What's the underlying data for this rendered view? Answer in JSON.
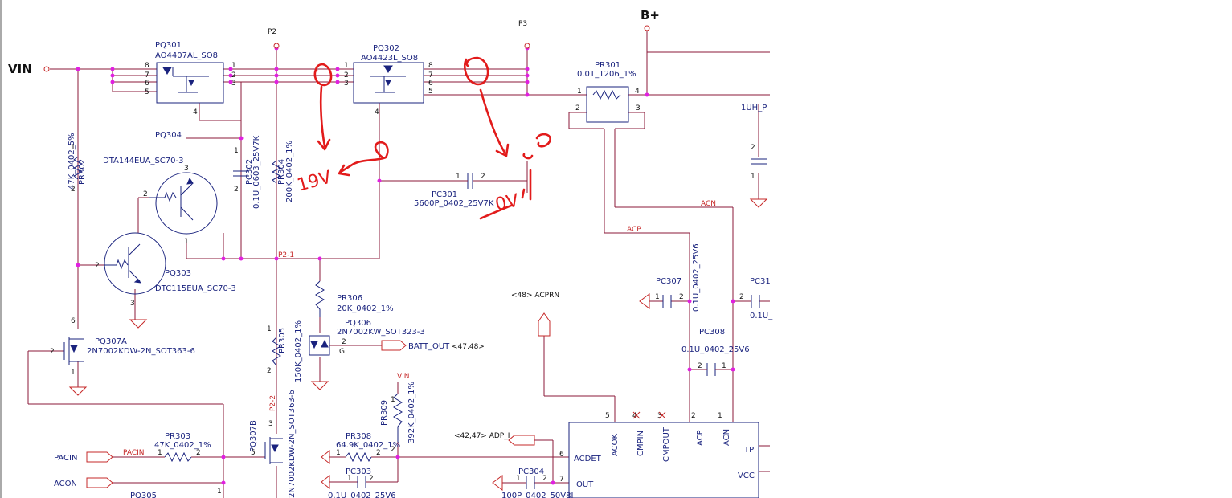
{
  "nets": {
    "vin": "VIN",
    "vin_small": "VIN",
    "bplus": "B+",
    "p2": "P2",
    "p3": "P3",
    "p2_1": "P2-1",
    "p2_2": "P2-2",
    "acp": "ACP",
    "acn": "ACN",
    "pacin": "PACIN",
    "pacin_port": "PACIN",
    "acon_port": "ACON",
    "batt_out": "BATT_OUT",
    "batt_out_ref": "<47,48>",
    "acprn": "<48>  ACPRN",
    "adp_i": "<42,47>  ADP_I"
  },
  "parts": {
    "pq301": {
      "ref": "PQ301",
      "value": "AO4407AL_SO8"
    },
    "pq302": {
      "ref": "PQ302",
      "value": "AO4423L_SO8"
    },
    "pr301": {
      "ref": "PR301",
      "value": "0.01_1206_1%"
    },
    "pr302": {
      "ref": "PR302",
      "value": "47K_0402_5%"
    },
    "pq304": {
      "ref": "PQ304",
      "value": "DTA144EUA_SC70-3"
    },
    "pq303": {
      "ref": "PQ303",
      "value": "DTC115EUA_SC70-3"
    },
    "pc302": {
      "ref": "PC302",
      "value": "0.1U_0603_25V7K"
    },
    "pr304": {
      "ref": "PR304",
      "value": "200K_0402_1%"
    },
    "pc301": {
      "ref": "PC301",
      "value": "5600P_0402_25V7K"
    },
    "pr306": {
      "ref": "PR306",
      "value": "20K_0402_1%"
    },
    "pq306": {
      "ref": "PQ306",
      "value": "2N7002KW_SOT323-3"
    },
    "pr305": {
      "ref": "PR305",
      "value": "150K_0402_1%"
    },
    "pq307a": {
      "ref": "PQ307A",
      "value": "2N7002KDW-2N_SOT363-6"
    },
    "pq307b": {
      "ref": "PQ307B",
      "value": "2N7002KDW-2N_SOT363-6"
    },
    "pr303": {
      "ref": "PR303",
      "value": "47K_0402_1%"
    },
    "pq305": {
      "ref": "PQ305"
    },
    "pr309": {
      "ref": "PR309",
      "value": "392K_0402_1%"
    },
    "pr308": {
      "ref": "PR308",
      "value": "64.9K_0402_1%"
    },
    "pc303": {
      "ref": "PC303",
      "value": "0.1U_0402_25V6"
    },
    "pc304": {
      "ref": "PC304",
      "value": "100P_0402_50V8J"
    },
    "pc307": {
      "ref": "PC307",
      "value": "0.1U_0402_25V6"
    },
    "pc308": {
      "ref": "PC308",
      "value": "0.1U_0402_25V6"
    },
    "pc31x": {
      "ref": "PC31",
      "value": "0.1U_"
    },
    "inductor": {
      "value": "1UH_P"
    }
  },
  "chip": {
    "pins_top": [
      "ACOK",
      "CMPIN",
      "CMPOUT",
      "ACP",
      "ACN"
    ],
    "pin_numbers_top": [
      "5",
      "4",
      "3",
      "2",
      "1"
    ],
    "pins_left": [
      "ACDET",
      "IOUT"
    ],
    "pin_numbers_left": [
      "6",
      "7"
    ],
    "pins_right": [
      "TP",
      "VCC"
    ]
  },
  "annotations": {
    "left_text": "19V",
    "right_text": "0V"
  },
  "colors": {
    "wire": "#8b1a3a",
    "part": "#1a237e",
    "net_label": "#c62828",
    "junction": "#e020e0",
    "scribble": "#e21b1b"
  }
}
